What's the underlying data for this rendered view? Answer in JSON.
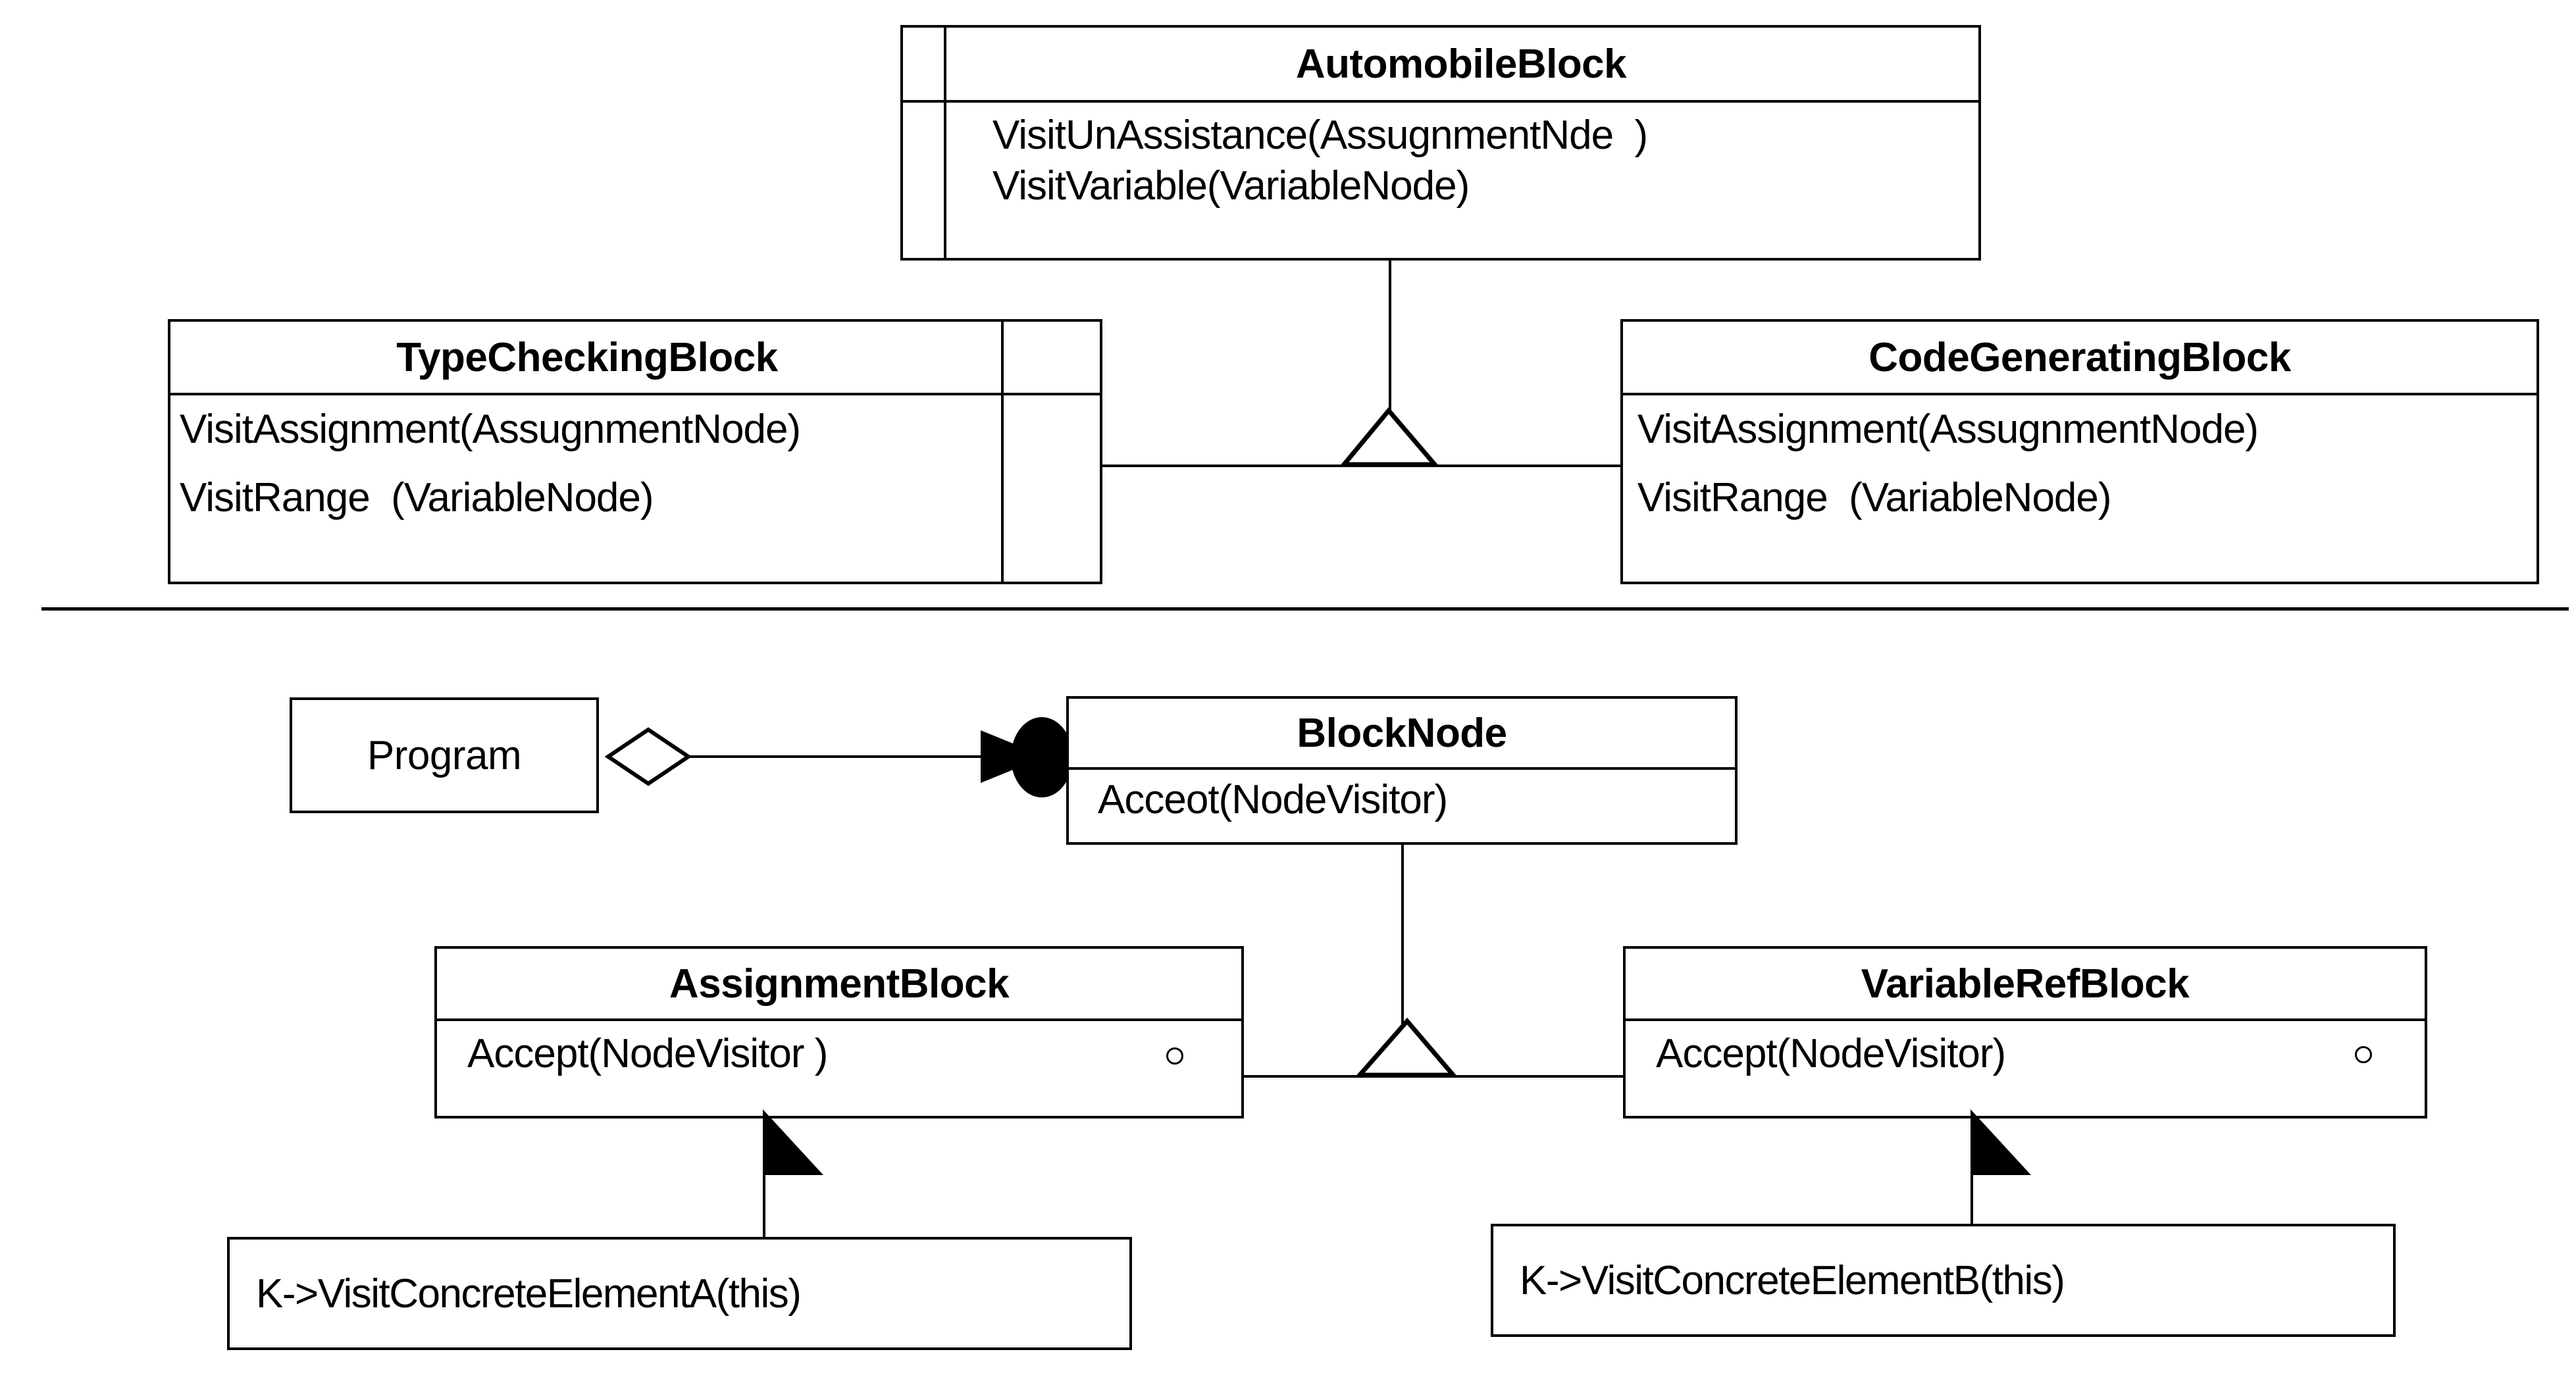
{
  "diagram": {
    "title_visible": false,
    "type": "uml-class-diagram",
    "stroke_color": "#000000",
    "background_color": "#ffffff"
  },
  "top_section": {
    "automobile_block": {
      "name": "AutomobileBlock",
      "methods": [
        "VisitUnAssistance(AssugnmentNde  )",
        "VisitVariable(VariableNode)"
      ]
    },
    "type_checking_block": {
      "name": "TypeCheckingBlock",
      "methods": [
        "VisitAssignment(AssugnmentNode)",
        "VisitRange  (VariableNode)"
      ]
    },
    "code_generating_block": {
      "name": "CodeGeneratingBlock",
      "methods": [
        "VisitAssignment(AssugnmentNode)",
        "VisitRange  (VariableNode)"
      ]
    },
    "relation": "generalization"
  },
  "bottom_section": {
    "program": {
      "name": "Program"
    },
    "block_node": {
      "name": "BlockNode",
      "methods": [
        "Acceot(NodeVisitor)"
      ]
    },
    "assignment_block": {
      "name": "AssignmentBlock",
      "methods": [
        "Accept(NodeVisitor )"
      ]
    },
    "variable_ref_block": {
      "name": "VariableRefBlock",
      "methods": [
        "Accept(NodeVisitor)"
      ]
    },
    "note_left": {
      "text": "K->VisitConcreteElementA(this)"
    },
    "note_right": {
      "text": "K->VisitConcreteElementB(this)"
    },
    "relations": {
      "program_to_blocknode": "aggregation",
      "blocknode_children": "generalization",
      "note_links": "dependency"
    }
  }
}
